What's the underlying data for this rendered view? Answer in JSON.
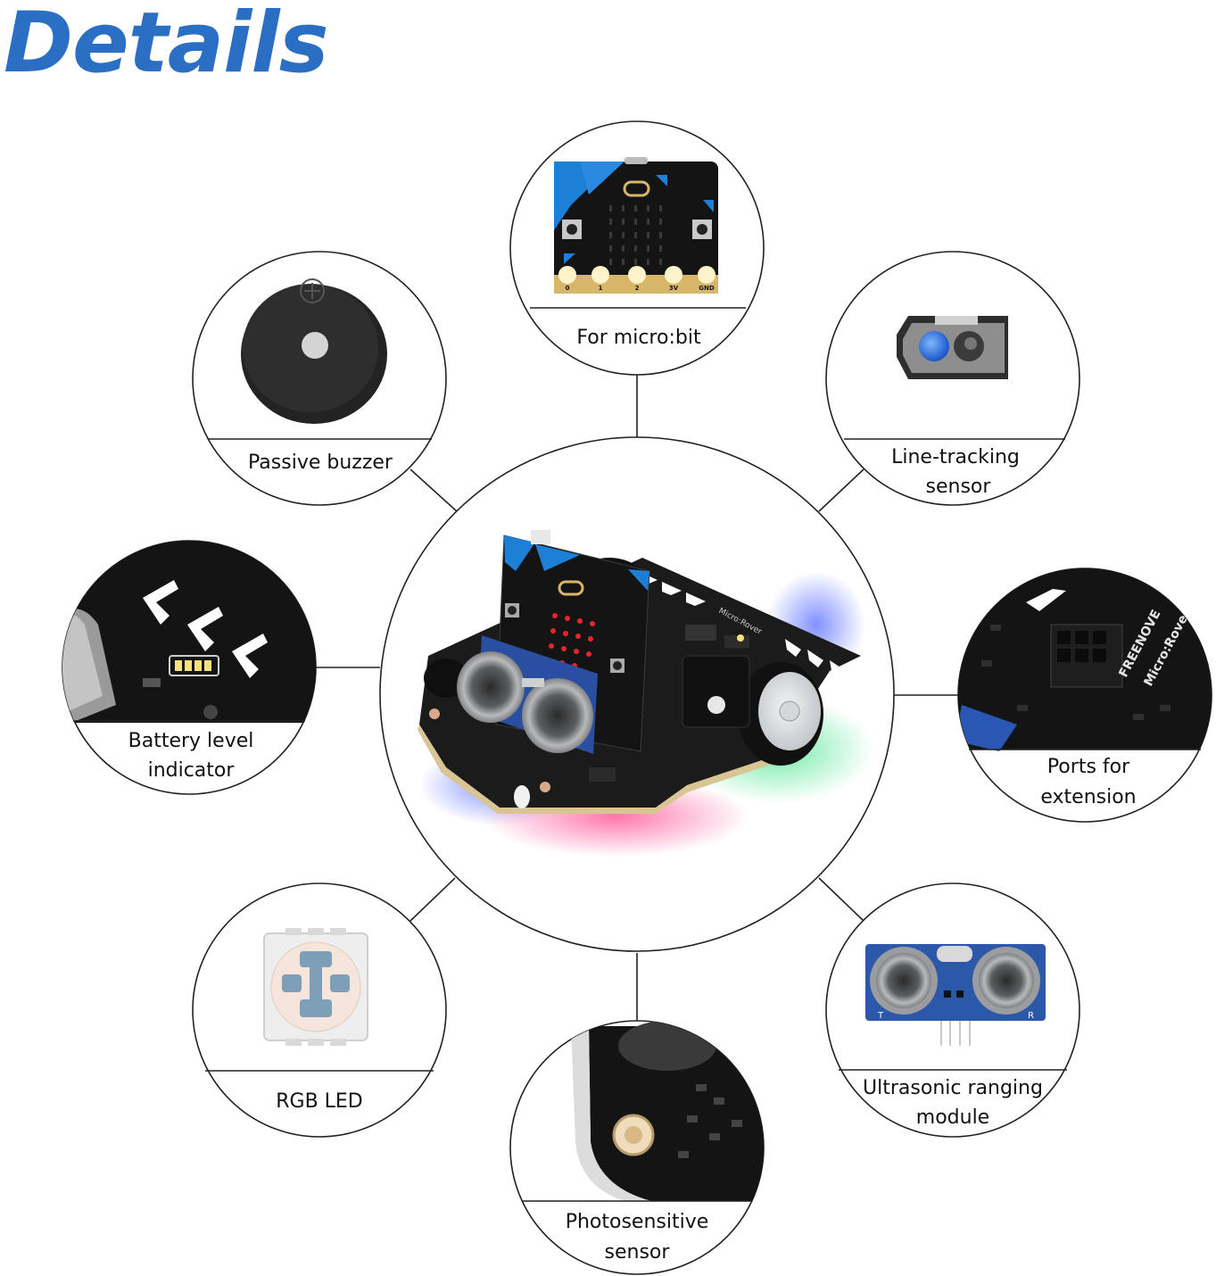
{
  "title": "Details",
  "center": {
    "name": "robot-car"
  },
  "features": [
    {
      "id": "microbit",
      "lines": [
        "For micro:bit"
      ]
    },
    {
      "id": "buzzer",
      "lines": [
        "Passive buzzer"
      ]
    },
    {
      "id": "line-tracking",
      "lines": [
        "Line-tracking",
        "sensor"
      ]
    },
    {
      "id": "battery",
      "lines": [
        "Battery level",
        "indicator"
      ]
    },
    {
      "id": "ports",
      "lines": [
        "Ports for",
        "extension"
      ]
    },
    {
      "id": "rgb",
      "lines": [
        "RGB LED"
      ]
    },
    {
      "id": "ultrasonic",
      "lines": [
        "Ultrasonic ranging",
        "module"
      ]
    },
    {
      "id": "photo",
      "lines": [
        "Photosensitive",
        "sensor"
      ]
    }
  ],
  "board_text": {
    "microbit_pins": [
      "0",
      "1",
      "2",
      "3V",
      "GND"
    ],
    "robot_label": "Micro:Rover",
    "brand": "FREENOVE",
    "ultrasonic_pins": [
      "T",
      "R"
    ]
  },
  "colors": {
    "title": "#2a6fc4",
    "outline": "#222222",
    "board": "#1b1b1b",
    "microbit_blue": "#1d7fd6",
    "gold": "#d7b66a",
    "led_red": "#e8262a",
    "glow_green": "#48e08a",
    "glow_pink": "#ff5ea8",
    "glow_blue": "#6a86ff"
  }
}
